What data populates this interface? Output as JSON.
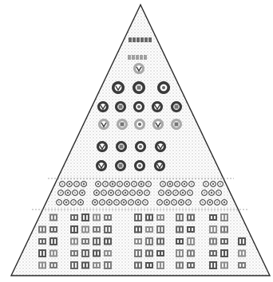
{
  "figure": {
    "type": "pyramid-diagram",
    "levels": [
      {
        "name": "apex",
        "kind": "tiny-symbols",
        "rows": 2
      },
      {
        "name": "roundels",
        "kind": "round-badges",
        "rows": [
          1,
          3,
          5,
          5,
          4,
          4
        ]
      },
      {
        "name": "mid-band",
        "kind": "small-circles",
        "rows": 3
      },
      {
        "name": "base",
        "kind": "glyph-columns",
        "rows": 5
      }
    ],
    "colors": {
      "stipple": "#c9c9c9",
      "outline": "#2a2a2a",
      "ink": "#3a3a3a",
      "badge_fill": "#ffffff"
    }
  }
}
